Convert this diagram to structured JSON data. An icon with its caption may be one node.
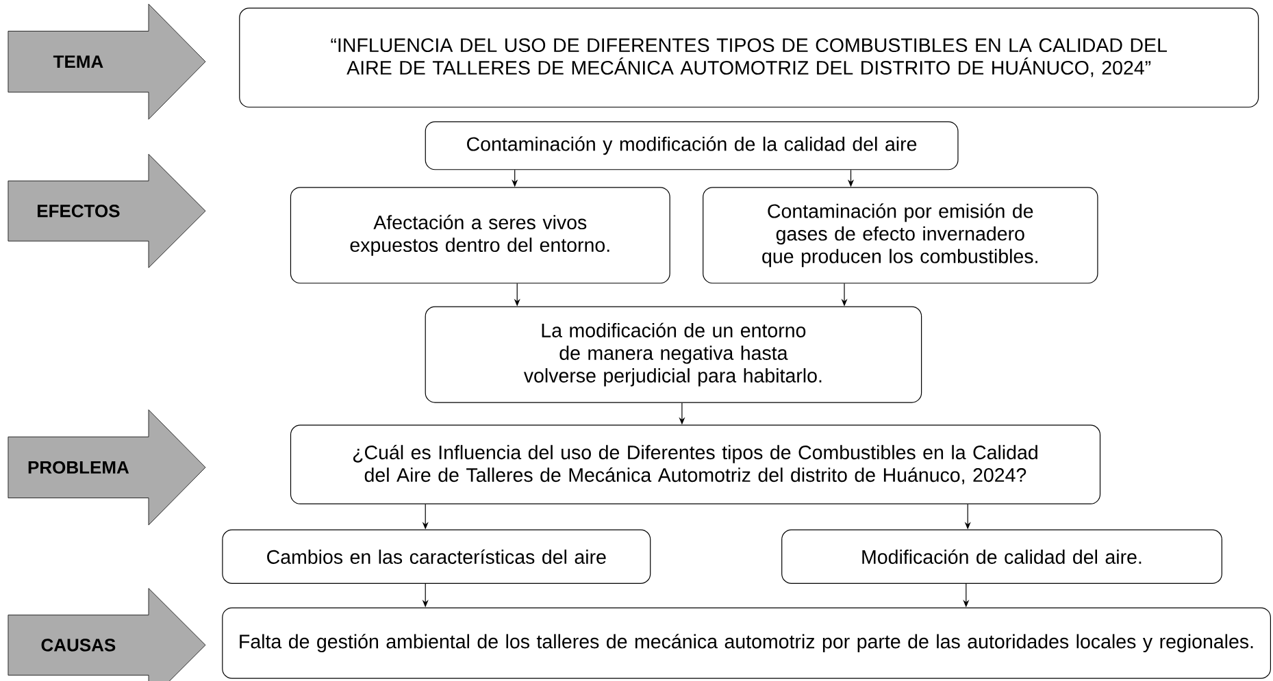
{
  "diagram": {
    "nodes": [
      {
        "text": [
          "TEMA"
        ]
      },
      {
        "text": [
          "“INFLUENCIA DEL USO DE DIFERENTES TIPOS DE COMBUSTIBLES EN LA CALIDAD DEL AIRE DE TALLERES DE MECÁNICA AUTOMOTRIZ DEL DISTRITO DE HUÁNUCO, 2024”"
        ]
      },
      {
        "text": [
          "EFECTOS"
        ]
      },
      {
        "text": [
          "Contaminación y modificación de la calidad del aire"
        ]
      },
      {
        "text": [
          "Afectación a seres vivos expuestos dentro del entorno."
        ]
      },
      {
        "text": [
          "Contaminación por emisión de gases de efecto invernadero que producen los combustibles."
        ]
      },
      {
        "text": [
          "La modificación de un entorno de manera negativa hasta volverse perjudicial para habitarlo."
        ]
      },
      {
        "text": [
          "PROBLEMA"
        ]
      },
      {
        "text": [
          "¿Cuál es Influencia del uso de Diferentes tipos de Combustibles en la Calidad del Aire de Talleres de Mecánica Automotriz del distrito de Huánuco, 2024?"
        ]
      },
      {
        "text": [
          "CAUSAS"
        ]
      },
      {
        "text": [
          "Cambios en las características del aire"
        ]
      },
      {
        "text": [
          "Modificación de calidad del aire."
        ]
      },
      {
        "text": [
          "Falta de gestión ambiental de los talleres de mecánica automotriz por parte de las autoridades locales y regionales."
        ]
      }
    ],
    "edges": [
      {
        "from": 3,
        "to": 4,
        "arrow": "to"
      },
      {
        "from": 3,
        "to": 5,
        "arrow": "to"
      },
      {
        "from": 4,
        "to": 6,
        "arrow": "to"
      },
      {
        "from": 5,
        "to": 6,
        "arrow": "to"
      },
      {
        "from": 6,
        "to": 8,
        "arrow": "to"
      },
      {
        "from": 8,
        "to": 10,
        "arrow": "to"
      },
      {
        "from": 8,
        "to": 11,
        "arrow": "to"
      },
      {
        "from": 10,
        "to": 12,
        "arrow": "to"
      },
      {
        "from": 11,
        "to": 12,
        "arrow": "to"
      }
    ]
  }
}
